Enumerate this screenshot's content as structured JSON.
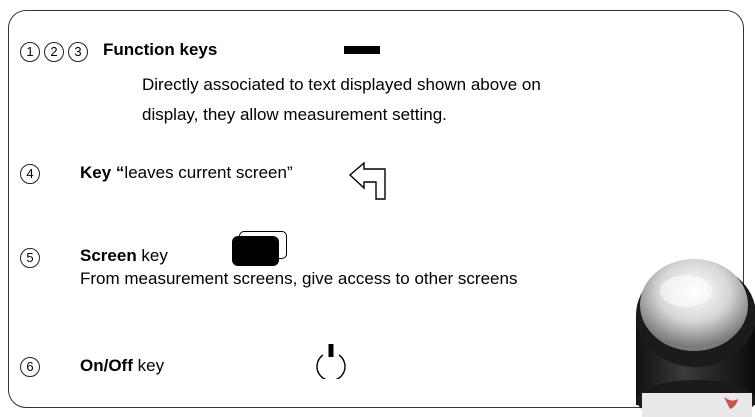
{
  "items": [
    {
      "numbers": [
        "1",
        "2",
        "3"
      ],
      "title": "Function keys",
      "desc_line1": "Directly  associated  to  text  displayed  shown  above  on",
      "desc_line2": "display, they allow measurement setting."
    },
    {
      "number": "4",
      "title": "Key “",
      "title_rest": "leaves current screen”"
    },
    {
      "number": "5",
      "title_bold": "Screen",
      "title_rest": " key",
      "desc": "From measurement screens, give access to other screens"
    },
    {
      "number": "6",
      "title_bold": "On/Off",
      "title_rest": " key"
    }
  ],
  "icons": {
    "function_key": "black-bar-icon",
    "back": "back-arrow-icon",
    "screen": "screen-key-icon",
    "power": "power-icon",
    "device": "device-knob-photo"
  }
}
